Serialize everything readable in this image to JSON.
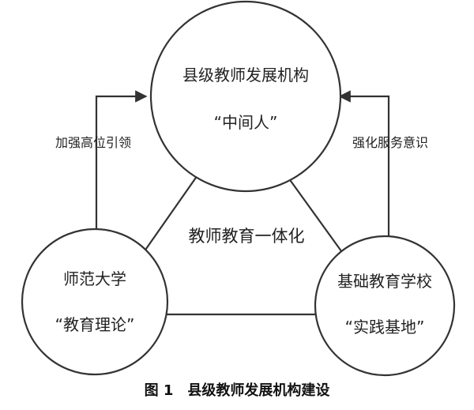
{
  "nodes": {
    "county": {
      "line1": "县级教师发展机构",
      "line2": "“中间人”"
    },
    "normal_university": {
      "line1": "师范大学",
      "line2": "“教育理论”"
    },
    "basic_school": {
      "line1": "基础教育学校",
      "line2": "“实践基地”"
    }
  },
  "center_label": "教师教育一体化",
  "edges": {
    "left_label": "加强高位引领",
    "right_label": "强化服务意识"
  },
  "caption": "图 1　县级教师发展机构建设",
  "colors": {
    "stroke": "#333333",
    "text": "#222222"
  }
}
